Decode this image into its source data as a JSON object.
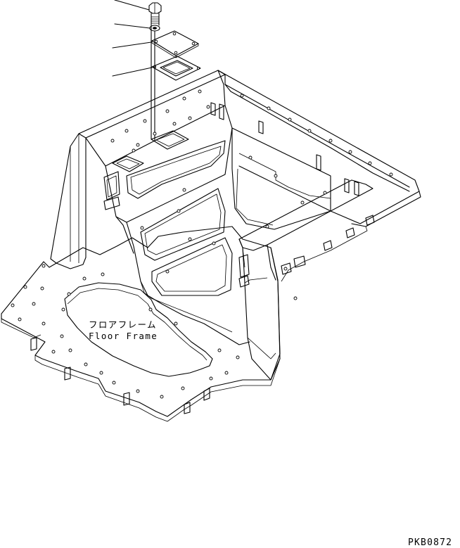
{
  "diagram": {
    "label_jp": "フロアフレーム",
    "label_en": "Floor Frame",
    "drawing_code": "PKB0872"
  }
}
